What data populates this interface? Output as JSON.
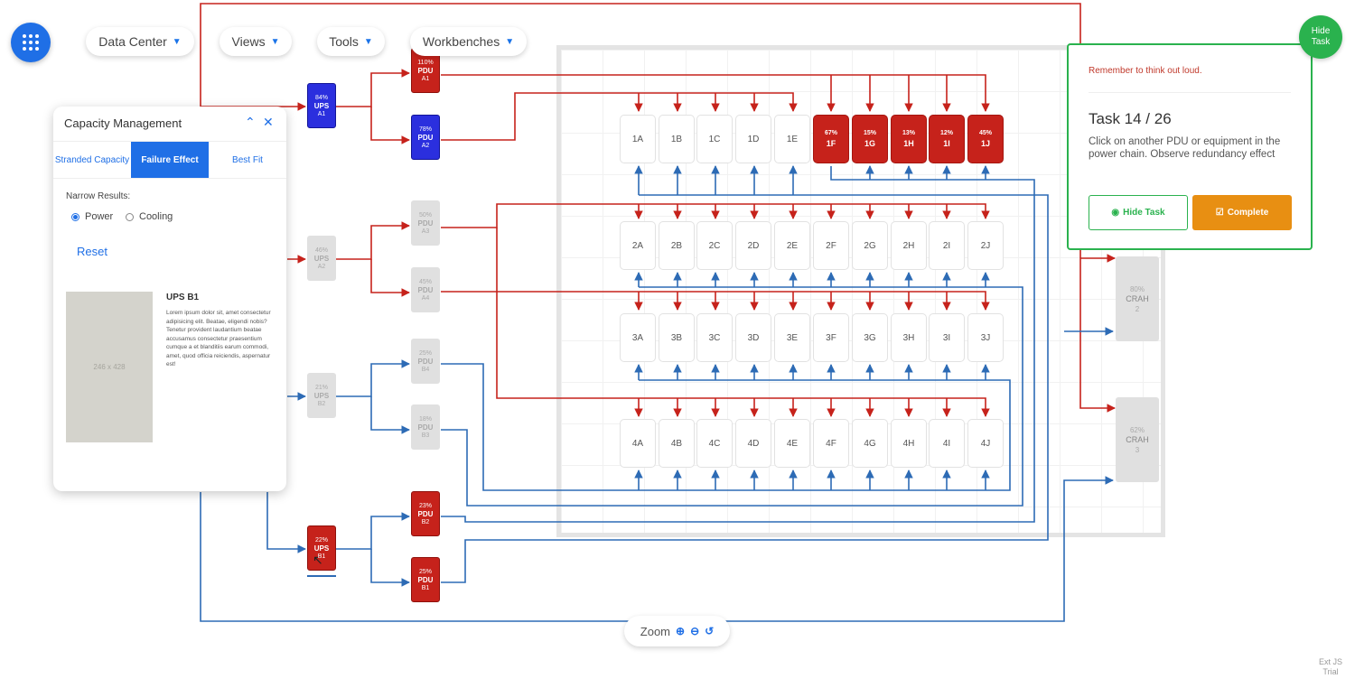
{
  "nav": {
    "datacenter_label": "Data Center",
    "views_label": "Views",
    "tools_label": "Tools",
    "workbenches_label": "Workbenches"
  },
  "icons": {
    "apps": "grid-icon",
    "chevron": "chevron-down-icon",
    "minimize": "chevron-up-icon",
    "close": "close-icon",
    "zoom_in": "zoom-in-icon",
    "zoom_out": "zoom-out-icon",
    "zoom_reset": "zoom-reset-icon"
  },
  "colors": {
    "active_red": "#c6221b",
    "selected_blue": "#2b2fde",
    "accent_blue": "#1f6fe6",
    "task_green": "#2ab24e",
    "complete_orange": "#e88f12",
    "inactive_grey": "#e0e0e0"
  },
  "capacity_panel": {
    "title": "Capacity Management",
    "tabs": [
      {
        "label": "Stranded Capacity",
        "active": false
      },
      {
        "label": "Failure Effect",
        "active": true
      },
      {
        "label": "Best Fit",
        "active": false
      }
    ],
    "narrow_label": "Narrow Results:",
    "options": [
      {
        "label": "Power",
        "checked": true
      },
      {
        "label": "Cooling",
        "checked": false
      }
    ],
    "reset_label": "Reset",
    "image_placeholder": "246 x 428",
    "detail_title": "UPS B1",
    "detail_text": "Lorem ipsum dolor sit, amet consectetur adipisicing elit. Beatae, eligendi nobis? Tenetur provident laudantium beatae accusamus consectetur praesentium cumque a et blanditiis earum commodi, amet, quod officia reiciendis, aspernatur est!"
  },
  "task_panel": {
    "reminder": "Remember to think out loud.",
    "counter": "Task 14 / 26",
    "description": "Click on another PDU or equipment in the power chain. Observe redundancy effect",
    "hide_label": "Hide Task",
    "complete_label": "Complete"
  },
  "hide_task_fab": {
    "line1": "Hide",
    "line2": "Task"
  },
  "zoom": {
    "label": "Zoom"
  },
  "watermark": {
    "line1": "Ext JS",
    "line2": "Trial"
  },
  "devices": {
    "ups_a1": {
      "pct": "84%",
      "type": "UPS",
      "id": "A1",
      "state": "selected"
    },
    "ups_a2": {
      "pct": "46%",
      "type": "UPS",
      "id": "A2",
      "state": "inactive"
    },
    "ups_b2": {
      "pct": "21%",
      "type": "UPS",
      "id": "B2",
      "state": "inactive"
    },
    "ups_b1": {
      "pct": "22%",
      "type": "UPS",
      "id": "B1",
      "state": "active"
    },
    "pdu_a1": {
      "pct": "110%",
      "type": "PDU",
      "id": "A1",
      "state": "active"
    },
    "pdu_a2": {
      "pct": "78%",
      "type": "PDU",
      "id": "A2",
      "state": "selected"
    },
    "pdu_a3": {
      "pct": "50%",
      "type": "PDU",
      "id": "A3",
      "state": "inactive"
    },
    "pdu_a4": {
      "pct": "45%",
      "type": "PDU",
      "id": "A4",
      "state": "inactive"
    },
    "pdu_b4": {
      "pct": "25%",
      "type": "PDU",
      "id": "B4",
      "state": "inactive"
    },
    "pdu_b3": {
      "pct": "18%",
      "type": "PDU",
      "id": "B3",
      "state": "inactive"
    },
    "pdu_b2": {
      "pct": "23%",
      "type": "PDU",
      "id": "B2",
      "state": "active"
    },
    "pdu_b1": {
      "pct": "25%",
      "type": "PDU",
      "id": "B1",
      "state": "active"
    },
    "crah_2": {
      "pct": "80%",
      "type": "CRAH",
      "id": "2"
    },
    "crah_3": {
      "pct": "62%",
      "type": "CRAH",
      "id": "3"
    }
  },
  "rack_rows": [
    [
      {
        "id": "1A"
      },
      {
        "id": "1B"
      },
      {
        "id": "1C"
      },
      {
        "id": "1D"
      },
      {
        "id": "1E"
      },
      {
        "id": "1F",
        "pct": "67%"
      },
      {
        "id": "1G",
        "pct": "15%"
      },
      {
        "id": "1H",
        "pct": "13%"
      },
      {
        "id": "1I",
        "pct": "12%"
      },
      {
        "id": "1J",
        "pct": "45%"
      }
    ],
    [
      {
        "id": "2A"
      },
      {
        "id": "2B"
      },
      {
        "id": "2C"
      },
      {
        "id": "2D"
      },
      {
        "id": "2E"
      },
      {
        "id": "2F"
      },
      {
        "id": "2G"
      },
      {
        "id": "2H"
      },
      {
        "id": "2I"
      },
      {
        "id": "2J"
      }
    ],
    [
      {
        "id": "3A"
      },
      {
        "id": "3B"
      },
      {
        "id": "3C"
      },
      {
        "id": "3D"
      },
      {
        "id": "3E"
      },
      {
        "id": "3F"
      },
      {
        "id": "3G"
      },
      {
        "id": "3H"
      },
      {
        "id": "3I"
      },
      {
        "id": "3J"
      }
    ],
    [
      {
        "id": "4A"
      },
      {
        "id": "4B"
      },
      {
        "id": "4C"
      },
      {
        "id": "4D"
      },
      {
        "id": "4E"
      },
      {
        "id": "4F"
      },
      {
        "id": "4G"
      },
      {
        "id": "4H"
      },
      {
        "id": "4I"
      },
      {
        "id": "4J"
      }
    ]
  ]
}
